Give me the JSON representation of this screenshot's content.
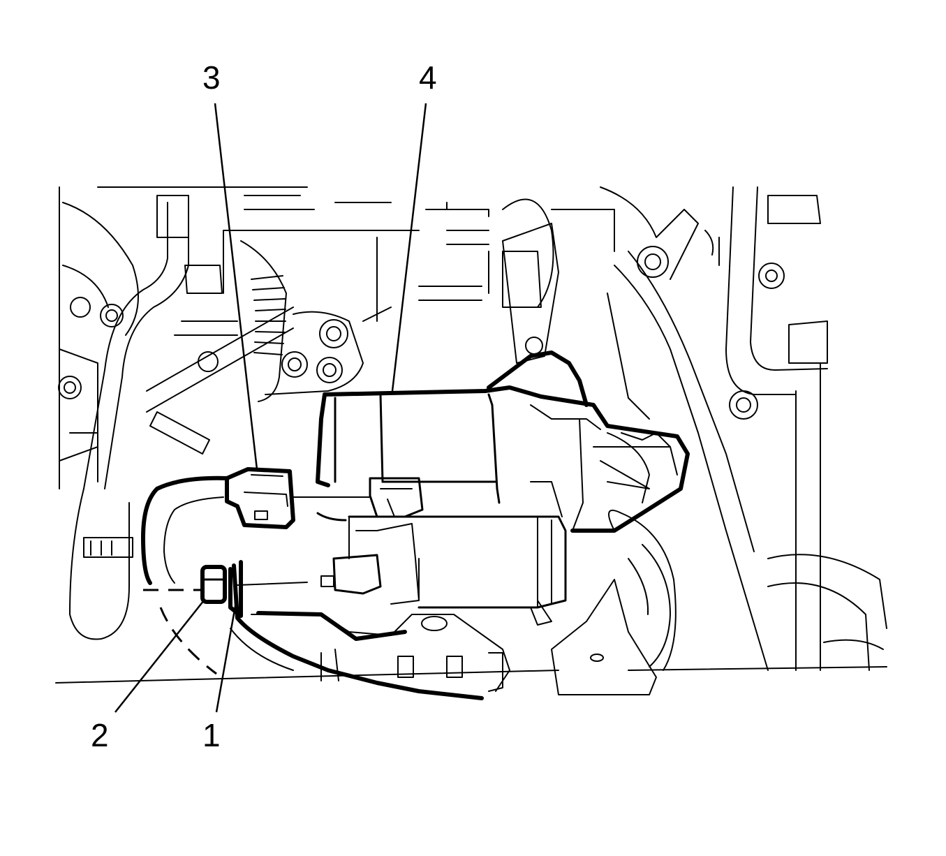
{
  "diagram": {
    "background": "#ffffff",
    "line_color": "#000000",
    "callouts": [
      {
        "id": "1",
        "label": "1"
      },
      {
        "id": "2",
        "label": "2"
      },
      {
        "id": "3",
        "label": "3"
      },
      {
        "id": "4",
        "label": "4"
      }
    ]
  }
}
